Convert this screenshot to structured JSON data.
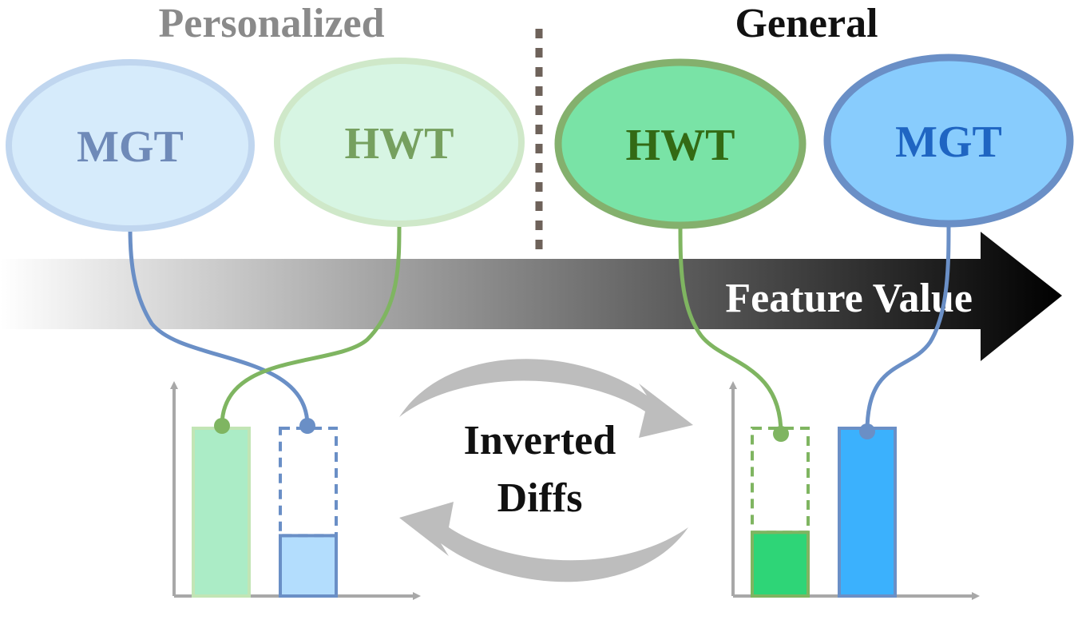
{
  "sections": {
    "personalized": {
      "title": "Personalized",
      "color": "#8a8a8a"
    },
    "general": {
      "title": "General",
      "color": "#111111"
    }
  },
  "nodes": {
    "personalized_mgt": {
      "label": "MGT",
      "fill": "#d6ebfb",
      "stroke": "#c0d6ef",
      "text_color": "#6f8ab8"
    },
    "personalized_hwt": {
      "label": "HWT",
      "fill": "#d7f5e3",
      "stroke": "#cfe8c9",
      "text_color": "#76a05f"
    },
    "general_hwt": {
      "label": "HWT",
      "fill": "#79e3a6",
      "stroke": "#84b06d",
      "text_color": "#336a14"
    },
    "general_mgt": {
      "label": "MGT",
      "fill": "#88ccfd",
      "stroke": "#6a8fc6",
      "text_color": "#1f65c2"
    }
  },
  "axis_arrow": {
    "label": "Feature Value",
    "gradient_start": "#ffffff",
    "gradient_end": "#000000"
  },
  "center_label": {
    "line1": "Inverted",
    "line2": "Diffs"
  },
  "colors": {
    "hwt_line": "#7fb561",
    "mgt_line": "#6a8fc6",
    "divider": "#6e625a",
    "axis_gray": "#a8a8a8",
    "cycle_arrow": "#bdbdbd"
  },
  "bars": {
    "personalized": {
      "hwt": {
        "level": 1.0,
        "fill": "#abecc6",
        "stroke": "#c2e5b5"
      },
      "mgt": {
        "level": 0.36,
        "fill": "#b3ddfd",
        "stroke": "#6a8fc6"
      }
    },
    "general": {
      "hwt": {
        "level": 0.38,
        "fill": "#2ed577",
        "stroke": "#7fb561"
      },
      "mgt": {
        "level": 1.0,
        "fill": "#3bb1fd",
        "stroke": "#6a8fc6"
      }
    }
  }
}
